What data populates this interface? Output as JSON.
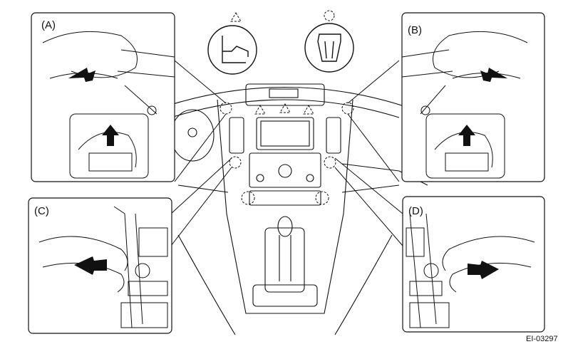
{
  "panels": {
    "a_label": "(A)",
    "b_label": "(B)",
    "c_label": "(C)",
    "d_label": "(D)"
  },
  "figure_code": "EI-03297",
  "legend": {
    "triangle_icon": "claw-clip-icon",
    "circle_icon": "clip-icon"
  },
  "colors": {
    "line": "#111111",
    "background": "#ffffff",
    "arrow": "#111111"
  }
}
